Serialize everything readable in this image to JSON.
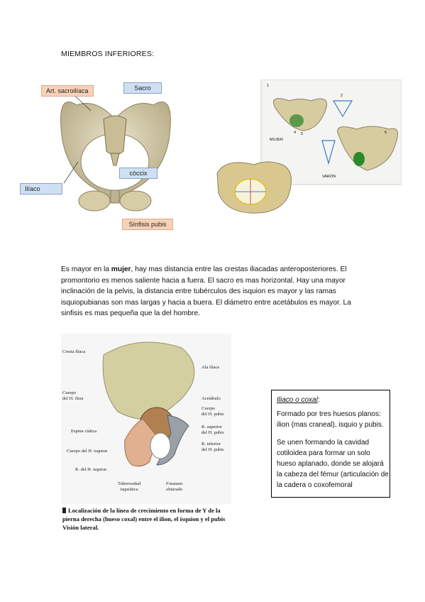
{
  "heading": "MIEMBROS INFERIORES:",
  "figure1": {
    "labels": {
      "art_sacroiliaca": "Art. sacroilíaca",
      "sacro": "Sacro",
      "coccix": "cóccix",
      "iliaco": "Ilíaco",
      "sinfisis": "Sínfisis pubis"
    }
  },
  "figure2": {
    "labels": {
      "mujer": "MUJER",
      "varon": "VARÓN",
      "n1": "1",
      "n2": "2",
      "n4": "4",
      "n5": "5",
      "n6": "6"
    }
  },
  "paragraph": {
    "before_bold": "Es mayor en la ",
    "bold": "mujer",
    "after_bold": ", hay mas distancia entre las crestas iliacadas anteroposteriores. El promontorio es menos saliente hacia a fuera. El sacro es mas horizontal. Hay una mayor inclinación de la pelvis, la distancia entre tubérculos des isquion es mayor y las ramas isquiopubianas son mas largas y hacia a buera. El diámetro entre acetábulos es mayor. La sinfisis es mas pequeña que la del hombre."
  },
  "figure3": {
    "labels": {
      "cresta_iliaca": "Cresta ilíaca",
      "ala_iliaca": "Ala ilíaca",
      "cuerpo_ilion": "Cuerpo\ndel H. ilion",
      "acetabulo": "Acetábulo",
      "cuerpo_pubis": "Cuerpo\ndel H. pubis",
      "espina_ciatica": "Espina ciática",
      "r_superior_pubis": "R. superior\ndel H. pubis",
      "cuerpo_isquion": "Cuerpo del H. isquion",
      "r_inferior_pubis": "R. inferior\ndel H. pubis",
      "r_isquion": "R. del H. isquion",
      "tuberosidad": "Tuberosidad\nisquiática",
      "foramen": "Foramen\nobturado"
    },
    "caption": "Localización de la línea de crecimiento en forma de Y de la pierna derecha (hueso coxal) entre el ilion, el isquion y el pubis Visión lateral."
  },
  "infobox": {
    "title": "Iliaco o coxal",
    "title_suffix": ":",
    "p1": "Formado por tres huesos planos: ilion (mas craneal), isquio y pubis.",
    "p2": "Se unen formando la cavidad cotiloidea para formar un solo hueso aplanado, donde se alojará la cabeza del fémur (articulación de la cadera o coxofemoral"
  },
  "colors": {
    "bone": "#d8cfa8",
    "bone_dark": "#a89a70",
    "label_blue": "#cfe0f4",
    "label_peach": "#f8d2b8"
  }
}
